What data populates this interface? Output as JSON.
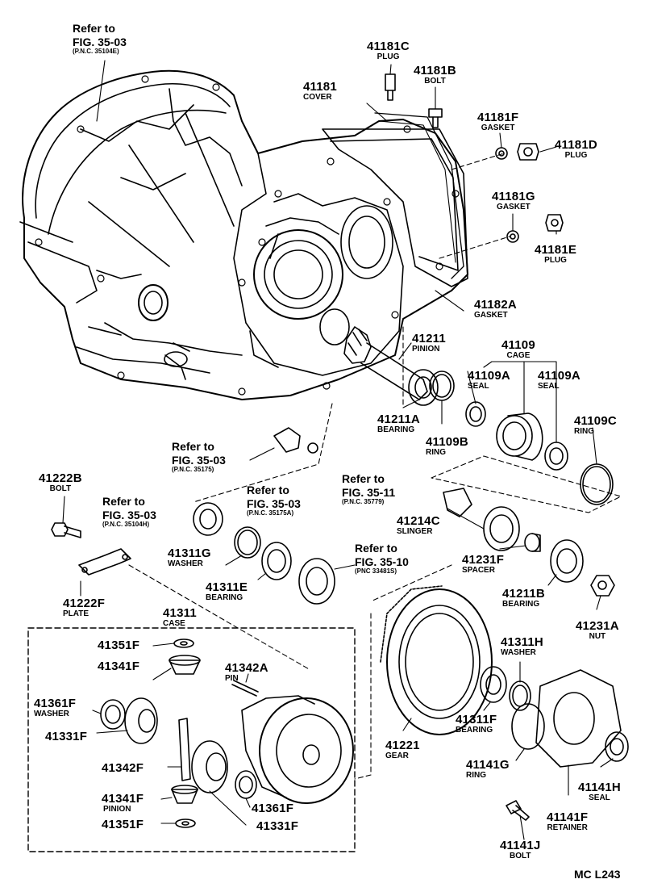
{
  "references": [
    {
      "id": "ref1",
      "refer": "Refer to",
      "fig": "FIG. 35-03",
      "pnc": "(P.N.C. 35104E)"
    },
    {
      "id": "ref2",
      "refer": "Refer to",
      "fig": "FIG. 35-03",
      "pnc": "(P.N.C. 35175)"
    },
    {
      "id": "ref3",
      "refer": "Refer to",
      "fig": "FIG. 35-03",
      "pnc": "(P.N.C. 35175A)"
    },
    {
      "id": "ref4",
      "refer": "Refer to",
      "fig": "FIG. 35-03",
      "pnc": "(P.N.C. 35104H)"
    },
    {
      "id": "ref5",
      "refer": "Refer to",
      "fig": "FIG. 35-11",
      "pnc": "(P.N.C. 35779)"
    },
    {
      "id": "ref6",
      "refer": "Refer to",
      "fig": "FIG. 35-10",
      "pnc": "(PNC 33481S)"
    }
  ],
  "parts": [
    {
      "num": "41181C",
      "name": "PLUG"
    },
    {
      "num": "41181B",
      "name": "BOLT"
    },
    {
      "num": "41181",
      "name": "COVER"
    },
    {
      "num": "41181F",
      "name": "GASKET"
    },
    {
      "num": "41181D",
      "name": "PLUG"
    },
    {
      "num": "41181G",
      "name": "GASKET"
    },
    {
      "num": "41181E",
      "name": "PLUG"
    },
    {
      "num": "41182A",
      "name": "GASKET"
    },
    {
      "num": "41211",
      "name": "PINION"
    },
    {
      "num": "41109",
      "name": "CAGE"
    },
    {
      "num": "41109A",
      "name": "SEAL"
    },
    {
      "num": "41109A",
      "name": "SEAL"
    },
    {
      "num": "41211A",
      "name": "BEARING"
    },
    {
      "num": "41109B",
      "name": "RING"
    },
    {
      "num": "41109C",
      "name": "RING"
    },
    {
      "num": "41222B",
      "name": "BOLT"
    },
    {
      "num": "41214C",
      "name": "SLINGER"
    },
    {
      "num": "41311G",
      "name": "WASHER"
    },
    {
      "num": "41231F",
      "name": "SPACER"
    },
    {
      "num": "41311E",
      "name": "BEARING"
    },
    {
      "num": "41211B",
      "name": "BEARING"
    },
    {
      "num": "41222F",
      "name": "PLATE"
    },
    {
      "num": "41311",
      "name": "CASE"
    },
    {
      "num": "41231A",
      "name": "NUT"
    },
    {
      "num": "41351F",
      "name": ""
    },
    {
      "num": "41311H",
      "name": "WASHER"
    },
    {
      "num": "41341F",
      "name": ""
    },
    {
      "num": "41342A",
      "name": "PIN"
    },
    {
      "num": "41361F",
      "name": "WASHER"
    },
    {
      "num": "41331F",
      "name": ""
    },
    {
      "num": "41311F",
      "name": "BEARING"
    },
    {
      "num": "41221",
      "name": "GEAR"
    },
    {
      "num": "41141G",
      "name": "RING"
    },
    {
      "num": "41342F",
      "name": ""
    },
    {
      "num": "41141H",
      "name": "SEAL"
    },
    {
      "num": "41341F",
      "name": "PINION"
    },
    {
      "num": "41361F",
      "name": ""
    },
    {
      "num": "41351F",
      "name": ""
    },
    {
      "num": "41331F",
      "name": ""
    },
    {
      "num": "41141F",
      "name": "RETAINER"
    },
    {
      "num": "41141J",
      "name": "BOLT"
    }
  ],
  "diagram_code": "MC L243"
}
